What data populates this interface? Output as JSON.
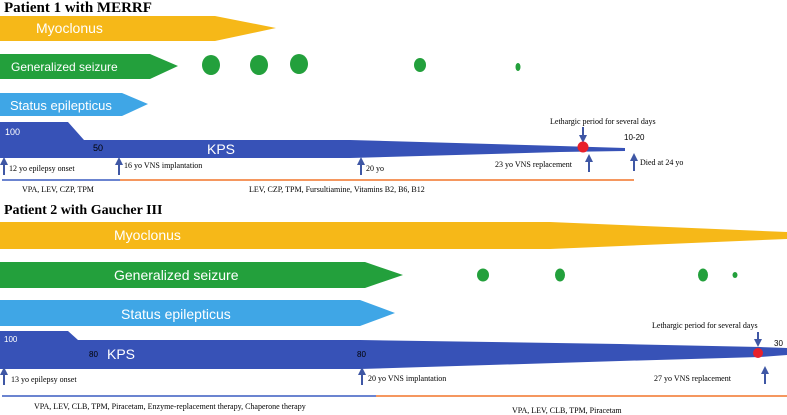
{
  "colors": {
    "myoclonus": "#F6B818",
    "seizure": "#23A03C",
    "status": "#3FA6E6",
    "kps": "#3752B7",
    "line_blue": "#3A5BC0",
    "line_orange": "#F2752A",
    "event_red": "#E8202A",
    "arrow": "#3F57A5"
  },
  "patient1": {
    "title": "Patient 1 with MERRF",
    "myoclonus": "Myoclonus",
    "seizure": "Generalized seizure",
    "status": "Status epilepticus",
    "kps_label": "KPS",
    "kps_start": "100",
    "kps_mid": "50",
    "kps_end": "10-20",
    "lethargic": "Lethargic period for several days",
    "events": [
      "12 yo epilepsy onset",
      "16 yo VNS implantation",
      "20 yo",
      "23 yo VNS replacement",
      "Died at 24 yo"
    ],
    "meds_early": "VPA, LEV, CZP, TPM",
    "meds_late": "LEV, CZP, TPM, Fursultiamine, Vitamins B2, B6, B12"
  },
  "patient2": {
    "title": "Patient 2 with Gaucher III",
    "myoclonus": "Myoclonus",
    "seizure": "Generalized seizure",
    "status": "Status epilepticus",
    "kps_label": "KPS",
    "kps_start": "100",
    "kps_mid1": "80",
    "kps_mid2": "80",
    "kps_end": "30",
    "lethargic": "Lethargic period for several days",
    "events": [
      "13 yo epilepsy onset",
      "20 yo VNS implantation",
      "27 yo VNS replacement"
    ],
    "meds_early": "VPA, LEV, CLB, TPM, Piracetam, Enzyme-replacement therapy, Chaperone therapy",
    "meds_late": "VPA, LEV, CLB, TPM, Piracetam"
  }
}
